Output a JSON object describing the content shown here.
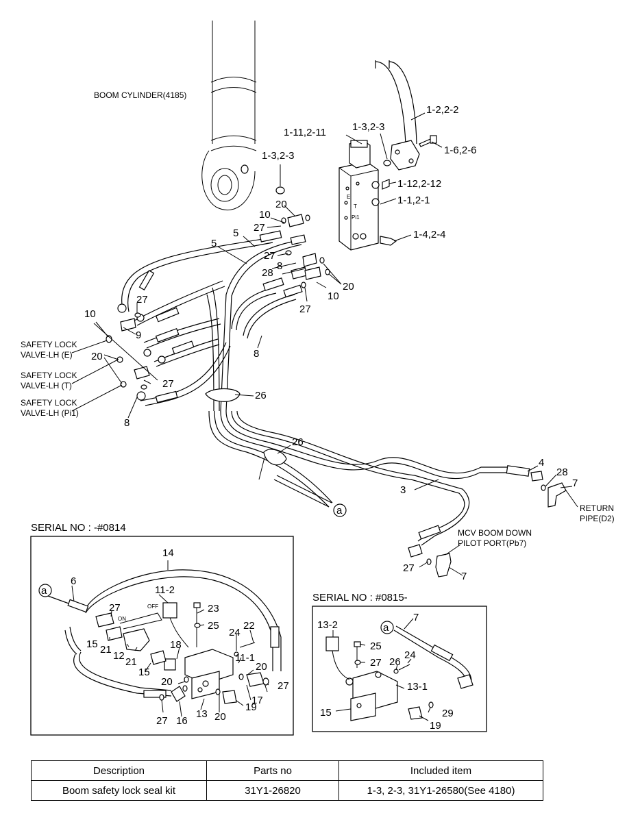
{
  "callouts": {
    "boom_cylinder": "BOOM CYLINDER(4185)",
    "c_1_2": "1-2,2-2",
    "c_1_3_top": "1-3,2-3",
    "c_1_11": "1-11,2-11",
    "c_1_6": "1-6,2-6",
    "c_1_3_left": "1-3,2-3",
    "c_1_12": "1-12,2-12",
    "c_1_1": "1-1,2-1",
    "c_1_4": "1-4,2-4",
    "c_20a": "20",
    "c_10a": "10",
    "c_27a": "27",
    "c_5a": "5",
    "c_5b": "5",
    "c_27b": "27",
    "c_28a": "28",
    "c_8a": "8",
    "c_20b": "20",
    "c_10b": "10",
    "c_27c": "27",
    "c_27d": "27",
    "c_9": "9",
    "c_10c": "10",
    "c_20c": "20",
    "c_27e": "27",
    "c_8b": "8",
    "c_8c": "8",
    "c_26a": "26",
    "c_26b": "26",
    "c_4": "4",
    "c_28b": "28",
    "c_7a": "7",
    "c_3": "3",
    "c_a_main": "a",
    "return_pipe_1": "RETURN",
    "return_pipe_2": "PIPE(D2)",
    "mcv_1": "MCV BOOM DOWN",
    "mcv_2": "PILOT PORT(Pb7)",
    "c_27f": "27",
    "c_7b": "7",
    "safety_e_1": "SAFETY LOCK",
    "safety_e_2": "VALVE-LH (E)",
    "safety_t_1": "SAFETY LOCK",
    "safety_t_2": "VALVE-LH (T)",
    "safety_pi_1": "SAFETY LOCK",
    "safety_pi_2": "VALVE-LH (Pi1)",
    "port_e": "E",
    "port_t": "T",
    "port_pi": "Pi1"
  },
  "inset1": {
    "title": "SERIAL NO : -#0814",
    "labels": {
      "c14": "14",
      "c6": "6",
      "ca": "a",
      "c11_2": "11-2",
      "c23": "23",
      "c25": "25",
      "c24": "24",
      "c22": "22",
      "c27a": "27",
      "c15a": "15",
      "c21a": "21",
      "c12": "12",
      "c21b": "21",
      "c15b": "15",
      "c18": "18",
      "c11_1": "11-1",
      "c20a": "20",
      "c27b": "27",
      "c20b": "20",
      "c17": "17",
      "c27c": "27",
      "c16": "16",
      "c13": "13",
      "c20c": "20",
      "c19": "19",
      "on": "ON",
      "off": "OFF"
    }
  },
  "inset2": {
    "title": "SERIAL NO : #0815-",
    "labels": {
      "c13_2": "13-2",
      "c25": "25",
      "c27": "27",
      "ca": "a",
      "c7": "7",
      "c26": "26",
      "c24": "24",
      "c13_1": "13-1",
      "c15": "15",
      "c29": "29",
      "c19": "19"
    }
  },
  "kit_table": {
    "headers": [
      "Description",
      "Parts no",
      "Included item"
    ],
    "row": [
      "Boom safety lock seal kit",
      "31Y1-26820",
      "1-3, 2-3, 31Y1-26580(See 4180)"
    ]
  }
}
